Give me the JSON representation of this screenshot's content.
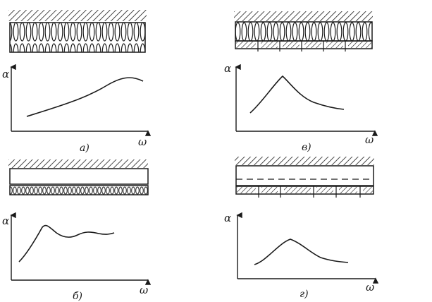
{
  "panels": [
    {
      "id": "a",
      "caption": "а)",
      "y_label": "α",
      "x_label": "ω",
      "layers": [
        "hatched-wall",
        "porous-layer"
      ]
    },
    {
      "id": "v",
      "caption": "в)",
      "y_label": "α",
      "x_label": "ω",
      "layers": [
        "hatched-wall",
        "porous-layer",
        "perforated-plate"
      ]
    },
    {
      "id": "b",
      "caption": "б)",
      "y_label": "α",
      "x_label": "ω",
      "layers": [
        "hatched-wall",
        "air-gap",
        "porous-layer"
      ]
    },
    {
      "id": "g",
      "caption": "г)",
      "y_label": "α",
      "x_label": "ω",
      "layers": [
        "hatched-wall",
        "air-gap",
        "perforated-plate"
      ]
    }
  ]
}
